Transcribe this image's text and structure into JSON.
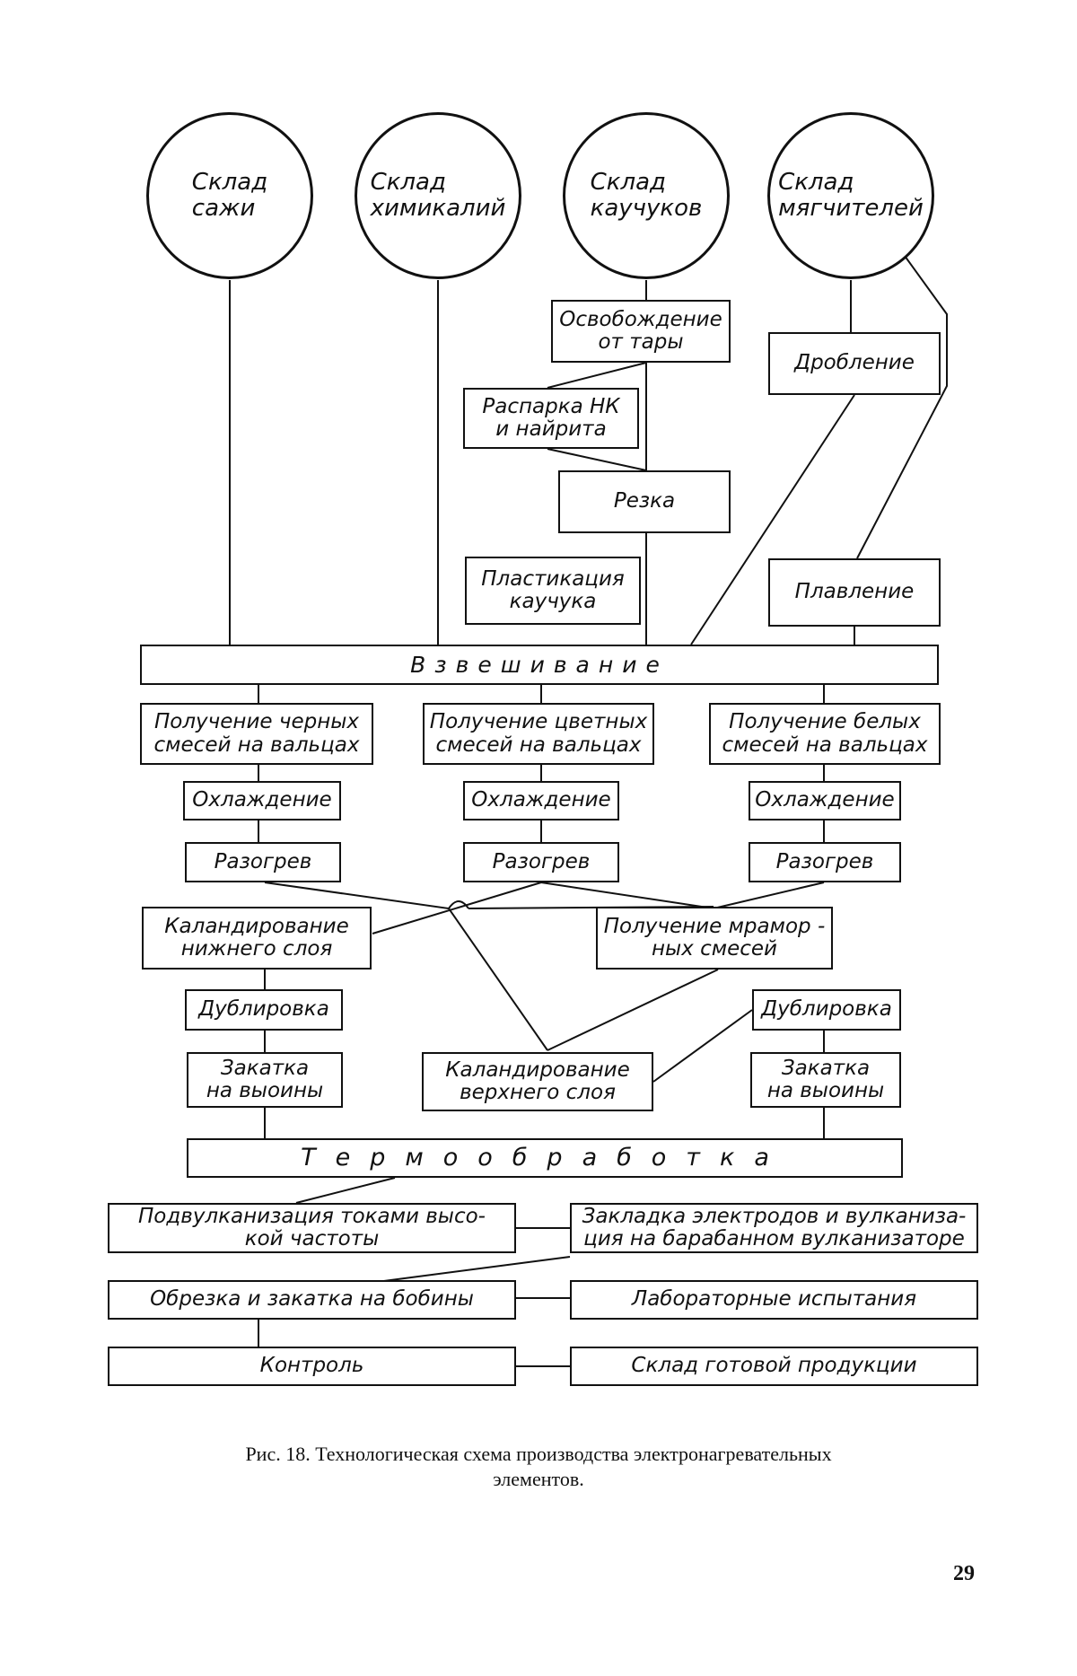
{
  "storages": {
    "soot": "Склад\nсажи",
    "chemicals": "Склад\nхимикалий",
    "rubbers": "Склад\nкаучуков",
    "softeners": "Склад\nмягчителей"
  },
  "rubber_prep": {
    "unpacking": "Освобождение\nот тары",
    "steaming": "Распарка НК\nи найрита",
    "cutting": "Резка",
    "plastication": "Пластикация\nкаучука"
  },
  "softener_prep": {
    "crushing": "Дробление",
    "melting": "Плавление"
  },
  "weighing": "Взвешивание",
  "mixing": {
    "black": "Получение черных\nсмесей на вальцах",
    "colored": "Получение цветных\nсмесей на вальцах",
    "white": "Получение белых\nсмесей на вальцах"
  },
  "cooling": {
    "left": "Охлаждение",
    "middle": "Охлаждение",
    "right": "Охлаждение"
  },
  "heating": {
    "left": "Разогрев",
    "middle": "Разогрев",
    "right": "Разогрев"
  },
  "calendering_bottom": "Каландирование\nнижнего слоя",
  "marble_mixes": "Получение мрамор -\nных смесей",
  "doubling": {
    "left": "Дублировка",
    "right": "Дублировка"
  },
  "winding": {
    "left": "Закатка\nна выоины",
    "right": "Закатка\nна выоины"
  },
  "calendering_top": "Каландирование\nверхнего слоя",
  "heat_treatment": "Термообработка",
  "prevulcanization": "Подвулканизация токами высо-\nкой частоты",
  "electrodes": "Закладка электродов и вулканиза-\nция на барабанном вулканизаторе",
  "trimming": "Обрезка и закатка на бобины",
  "lab_tests": "Лабораторные испытания",
  "control": "Контроль",
  "finished_storage": "Склад готовой продукции",
  "caption": "Рис. 18. Технологическая схема производства электронагревательных\nэлементов.",
  "page_number": "29"
}
